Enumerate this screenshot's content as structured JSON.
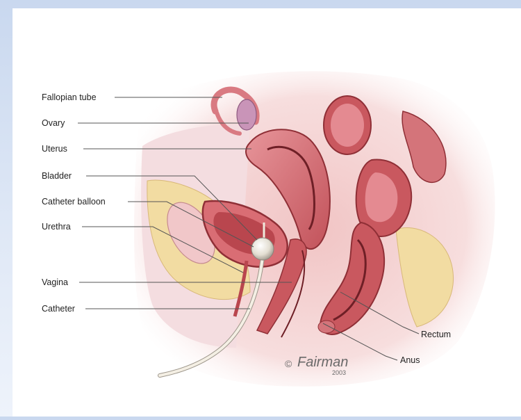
{
  "labels": {
    "fallopian_tube": "Fallopian tube",
    "ovary": "Ovary",
    "uterus": "Uterus",
    "bladder": "Bladder",
    "catheter_balloon": "Catheter balloon",
    "urethra": "Urethra",
    "vagina": "Vagina",
    "catheter": "Catheter",
    "rectum": "Rectum",
    "anus": "Anus"
  },
  "signature": {
    "artist": "Fairman",
    "year": "2003"
  },
  "colors": {
    "background_gradient_top": "#c9d8ef",
    "panel": "#ffffff",
    "tissue_pink": "#e89aa0",
    "muscle_red": "#c9585f",
    "fat_yellow": "#f2dca2",
    "catheter_tube": "#f4efe4",
    "catheter_balloon": "#e8e4da"
  }
}
